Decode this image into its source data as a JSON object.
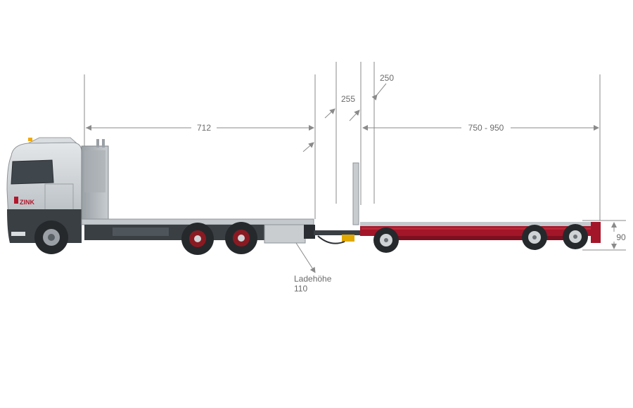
{
  "dimensions": {
    "truck_body_length": "712",
    "gap_a": "255",
    "gap_b": "250",
    "trailer_length": "750 - 950",
    "trailer_height": "90"
  },
  "load_height": {
    "label": "Ladehöhe",
    "value": "110"
  },
  "branding": {
    "logo_text": "ZINK"
  },
  "colors": {
    "dimension_line": "#8a8a8a",
    "trailer_red": "#a3162a",
    "cab_silver": "#cfd3d6",
    "chassis_dark": "#2e3236"
  }
}
